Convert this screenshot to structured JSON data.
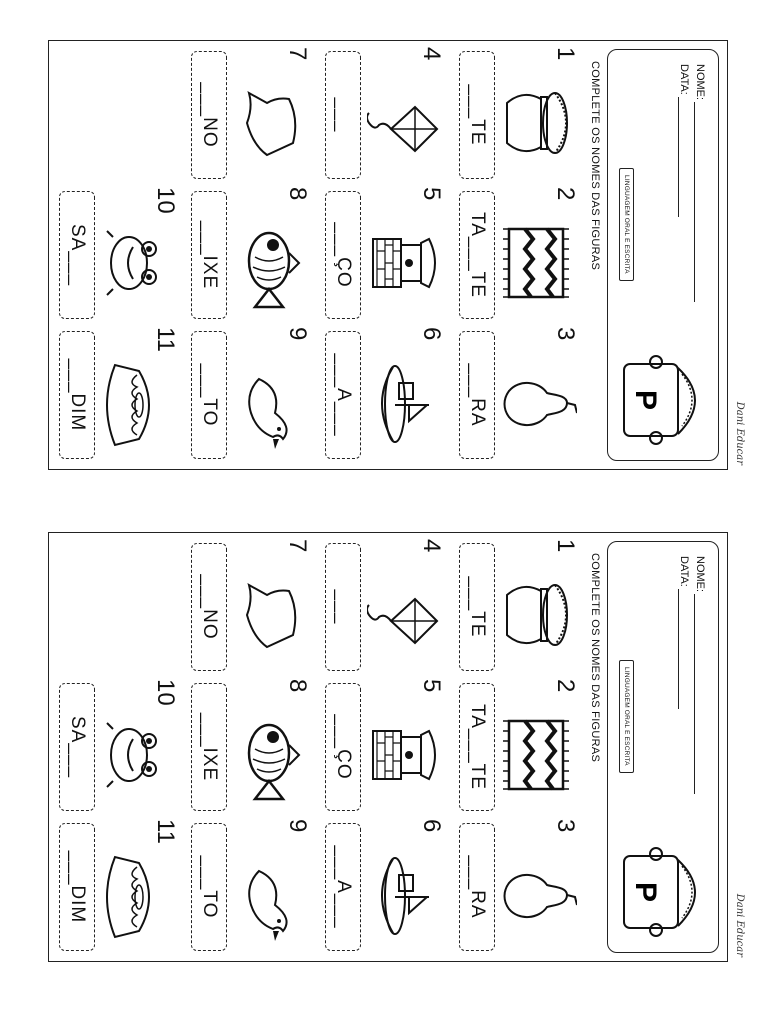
{
  "author_signature": "Dani Educar",
  "header": {
    "nome_label": "NOME:",
    "data_label": "DATA:",
    "badge": "LINGUAGEM ORAL E ESCRITA",
    "letter": "P"
  },
  "instruction": "COMPLETE OS NOMES DAS FIGURAS",
  "copy1": {
    "items": [
      {
        "num": "1",
        "word": "___TE"
      },
      {
        "num": "2",
        "word": "TA___TE"
      },
      {
        "num": "3",
        "word": "___RA"
      },
      {
        "num": "4",
        "word": "___"
      },
      {
        "num": "5",
        "word": "___ÇO"
      },
      {
        "num": "6",
        "word": "___A___"
      },
      {
        "num": "7",
        "word": "___NO"
      },
      {
        "num": "8",
        "word": "___IXE"
      },
      {
        "num": "9",
        "word": "___TO"
      },
      {
        "num": "10",
        "word": "SA___"
      },
      {
        "num": "11",
        "word": "___DIM"
      }
    ]
  },
  "copy2": {
    "items": [
      {
        "num": "1",
        "word": "___TE"
      },
      {
        "num": "2",
        "word": "TA___TE"
      },
      {
        "num": "3",
        "word": "___RA"
      },
      {
        "num": "4",
        "word": "___"
      },
      {
        "num": "5",
        "word": "___ÇO"
      },
      {
        "num": "6",
        "word": "___A___"
      },
      {
        "num": "7",
        "word": "___NO"
      },
      {
        "num": "8",
        "word": "___IXE"
      },
      {
        "num": "9",
        "word": "___TO"
      },
      {
        "num": "10",
        "word": "SA___"
      },
      {
        "num": "11",
        "word": "___DIM"
      }
    ]
  },
  "icons": [
    "pot-icon",
    "rug-icon",
    "pear-icon",
    "kite-icon",
    "well-icon",
    "boat-icon",
    "cloth-icon",
    "fish-icon",
    "duck-icon",
    "frog-icon",
    "pudding-icon"
  ]
}
